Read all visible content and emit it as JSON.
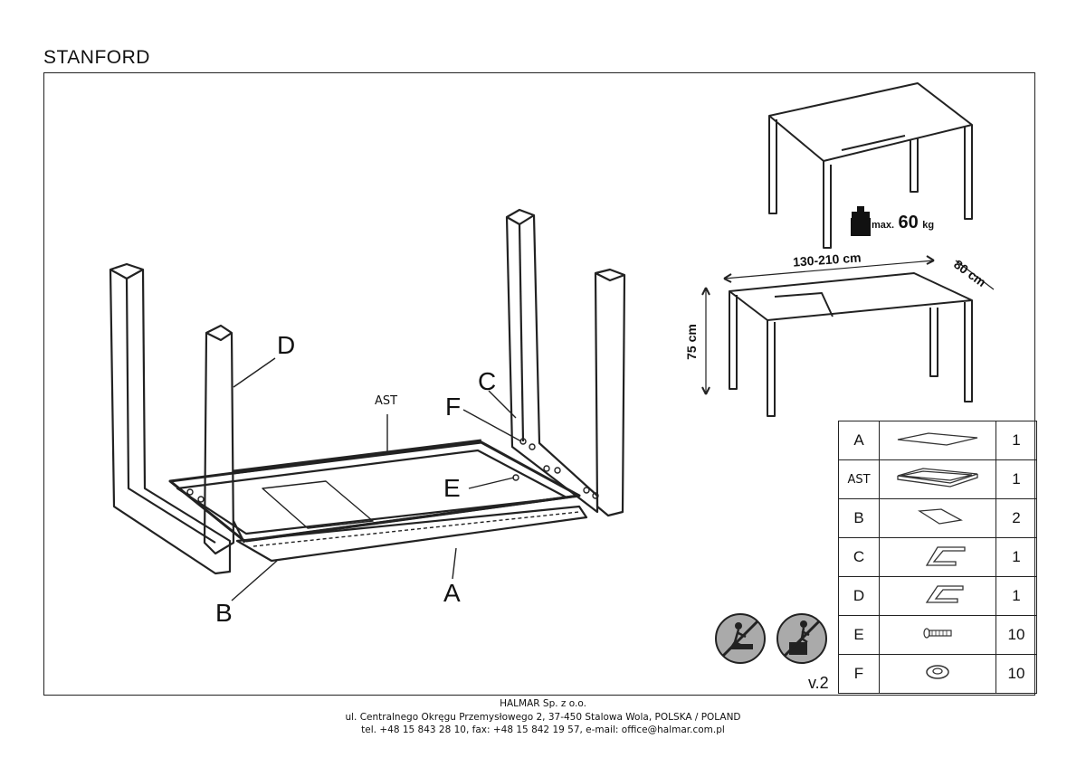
{
  "title": "STANFORD",
  "labels": {
    "D": "D",
    "AST": "AST",
    "C": "C",
    "F": "F",
    "E": "E",
    "B": "B",
    "A": "A"
  },
  "specs": {
    "max_prefix": "max.",
    "max_value": "60",
    "max_unit": "kg",
    "length": "130-210 cm",
    "depth": "80 cm",
    "height": "75 cm"
  },
  "parts": [
    {
      "code": "A",
      "icon": "tabletop-icon",
      "qty": "1"
    },
    {
      "code": "AST",
      "icon": "table-frame-icon",
      "qty": "1"
    },
    {
      "code": "B",
      "icon": "extension-leaf-icon",
      "qty": "2"
    },
    {
      "code": "C",
      "icon": "leg-frame-c-icon",
      "qty": "1"
    },
    {
      "code": "D",
      "icon": "leg-frame-d-icon",
      "qty": "1"
    },
    {
      "code": "E",
      "icon": "screw-icon",
      "qty": "10"
    },
    {
      "code": "F",
      "icon": "washer-icon",
      "qty": "10"
    }
  ],
  "warning_icons": [
    "no-standing-on-table-icon",
    "no-climbing-icon"
  ],
  "version": "v.2",
  "footer": {
    "company": "HALMAR Sp. z o.o.",
    "address": "ul. Centralnego Okręgu Przemysłowego 2, 37-450 Stalowa Wola, POLSKA / POLAND",
    "contact": "tel. +48 15 843 28 10, fax: +48 15 842 19 57, e-mail: office@halmar.com.pl"
  }
}
